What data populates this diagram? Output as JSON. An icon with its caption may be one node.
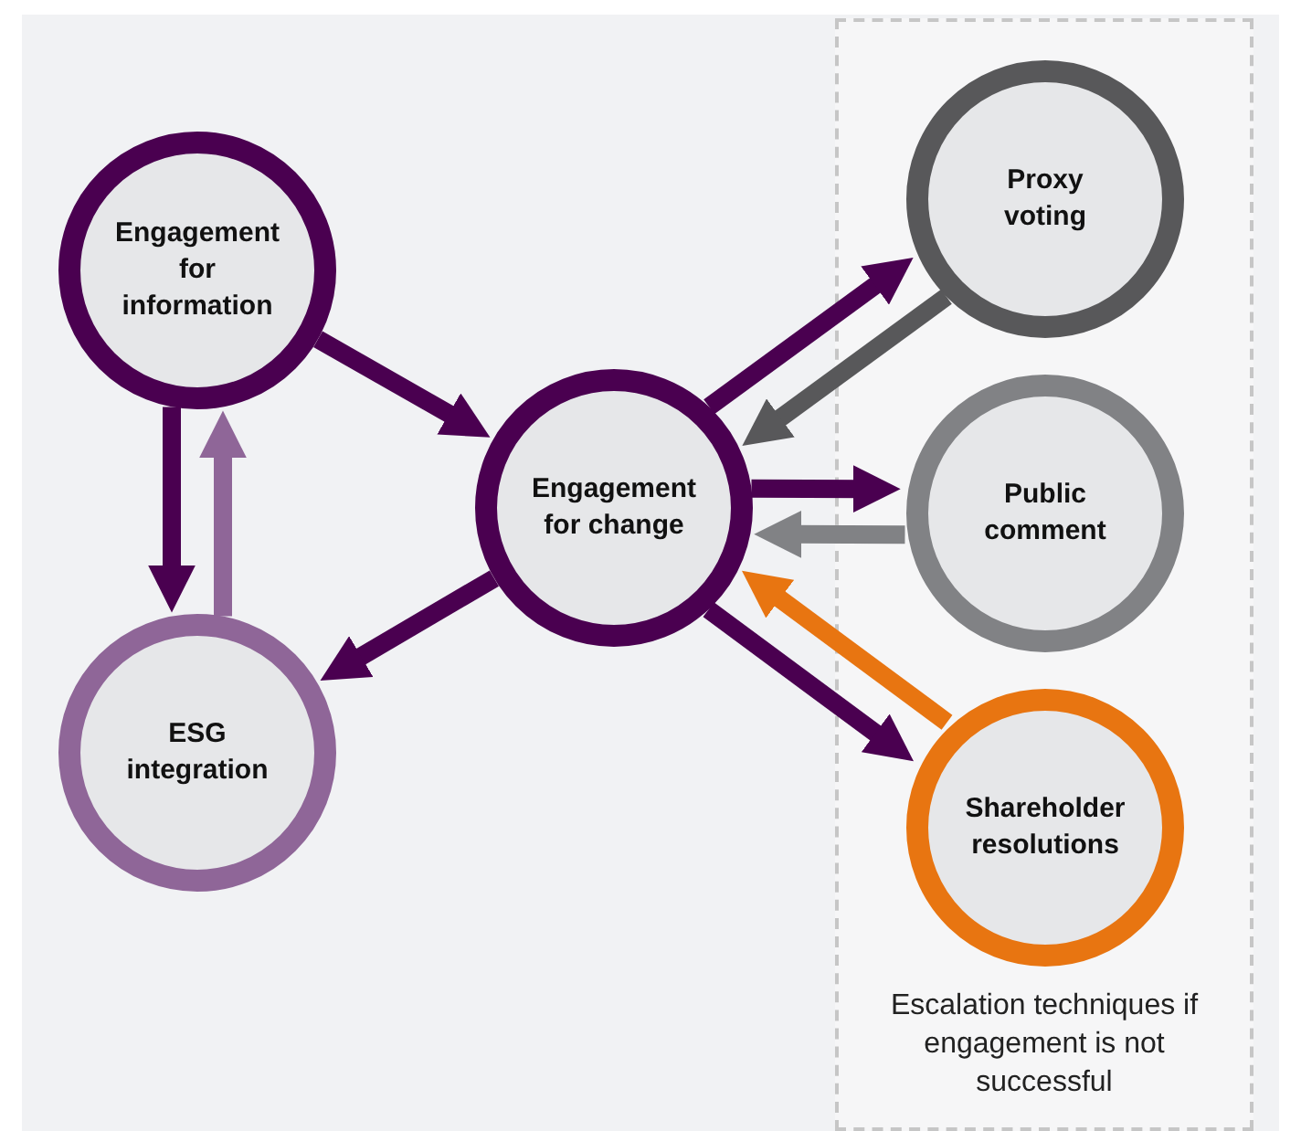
{
  "diagram": {
    "nodes": [
      {
        "text": [
          "Engagement for information"
        ]
      },
      {
        "text": [
          "ESG integration"
        ]
      },
      {
        "text": [
          "Engagement for change"
        ]
      },
      {
        "text": [
          "Escalation techniques if engagement is not successful"
        ]
      },
      {
        "text": [
          "Proxy voting"
        ],
        "in": 3
      },
      {
        "text": [
          "Public comment"
        ],
        "in": 3
      },
      {
        "text": [
          "Shareholder resolutions"
        ],
        "in": 3
      }
    ],
    "edges": [
      {
        "from": 0,
        "to": 1,
        "arrow": "to"
      },
      {
        "from": 1,
        "to": 0,
        "arrow": "to",
        "color": "#8f6698"
      },
      {
        "from": 0,
        "to": 2,
        "arrow": "to"
      },
      {
        "from": 2,
        "to": 4,
        "arrow": "to"
      },
      {
        "from": 4,
        "to": 2,
        "arrow": "to",
        "color": "#58585a"
      },
      {
        "from": 2,
        "to": 5,
        "arrow": "to"
      },
      {
        "from": 5,
        "to": 2,
        "arrow": "to",
        "color": "#818285"
      },
      {
        "from": 2,
        "to": 1,
        "arrow": "to"
      },
      {
        "from": 2,
        "to": 6,
        "arrow": "to"
      },
      {
        "from": 6,
        "to": 2,
        "arrow": "to",
        "color": "#e87511"
      }
    ]
  }
}
